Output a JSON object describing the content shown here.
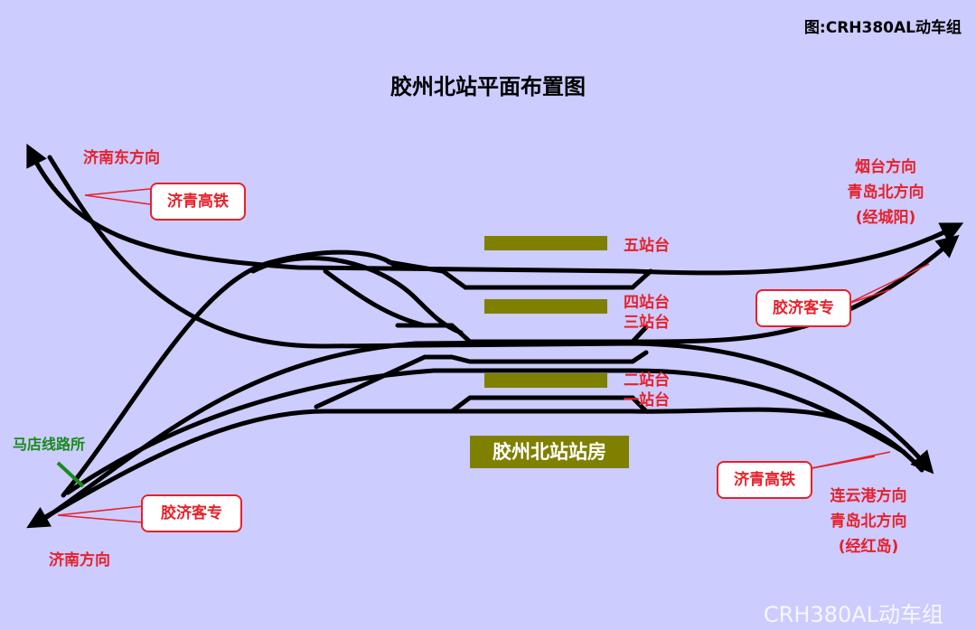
{
  "credit": "图:CRH380AL动车组",
  "title": "胶州北站平面布置图",
  "directions": {
    "jinan_east": "济南东方向",
    "yantai": [
      "烟台方向",
      "青岛北方向",
      "(经城阳)"
    ],
    "lianyungang": [
      "连云港方向",
      "青岛北方向",
      "(经红岛)"
    ],
    "jinan": "济南方向"
  },
  "callouts": {
    "jiqing_top": "济青高铁",
    "jiaoji_right": "胶济客专",
    "jiqing_bottom": "济青高铁",
    "jiaoji_left": "胶济客专"
  },
  "platforms": {
    "p5": "五站台",
    "p4": "四站台",
    "p3": "三站台",
    "p2": "二站台",
    "p1": "一站台"
  },
  "station_building": "胶州北站站房",
  "junction": "马店线路所",
  "watermark": "CRH380AL动车组",
  "colors": {
    "background": "#CCCCFF",
    "track": "#000000",
    "platform": "#808000",
    "label": "#E8202A",
    "junction": "#1A8A1A"
  }
}
